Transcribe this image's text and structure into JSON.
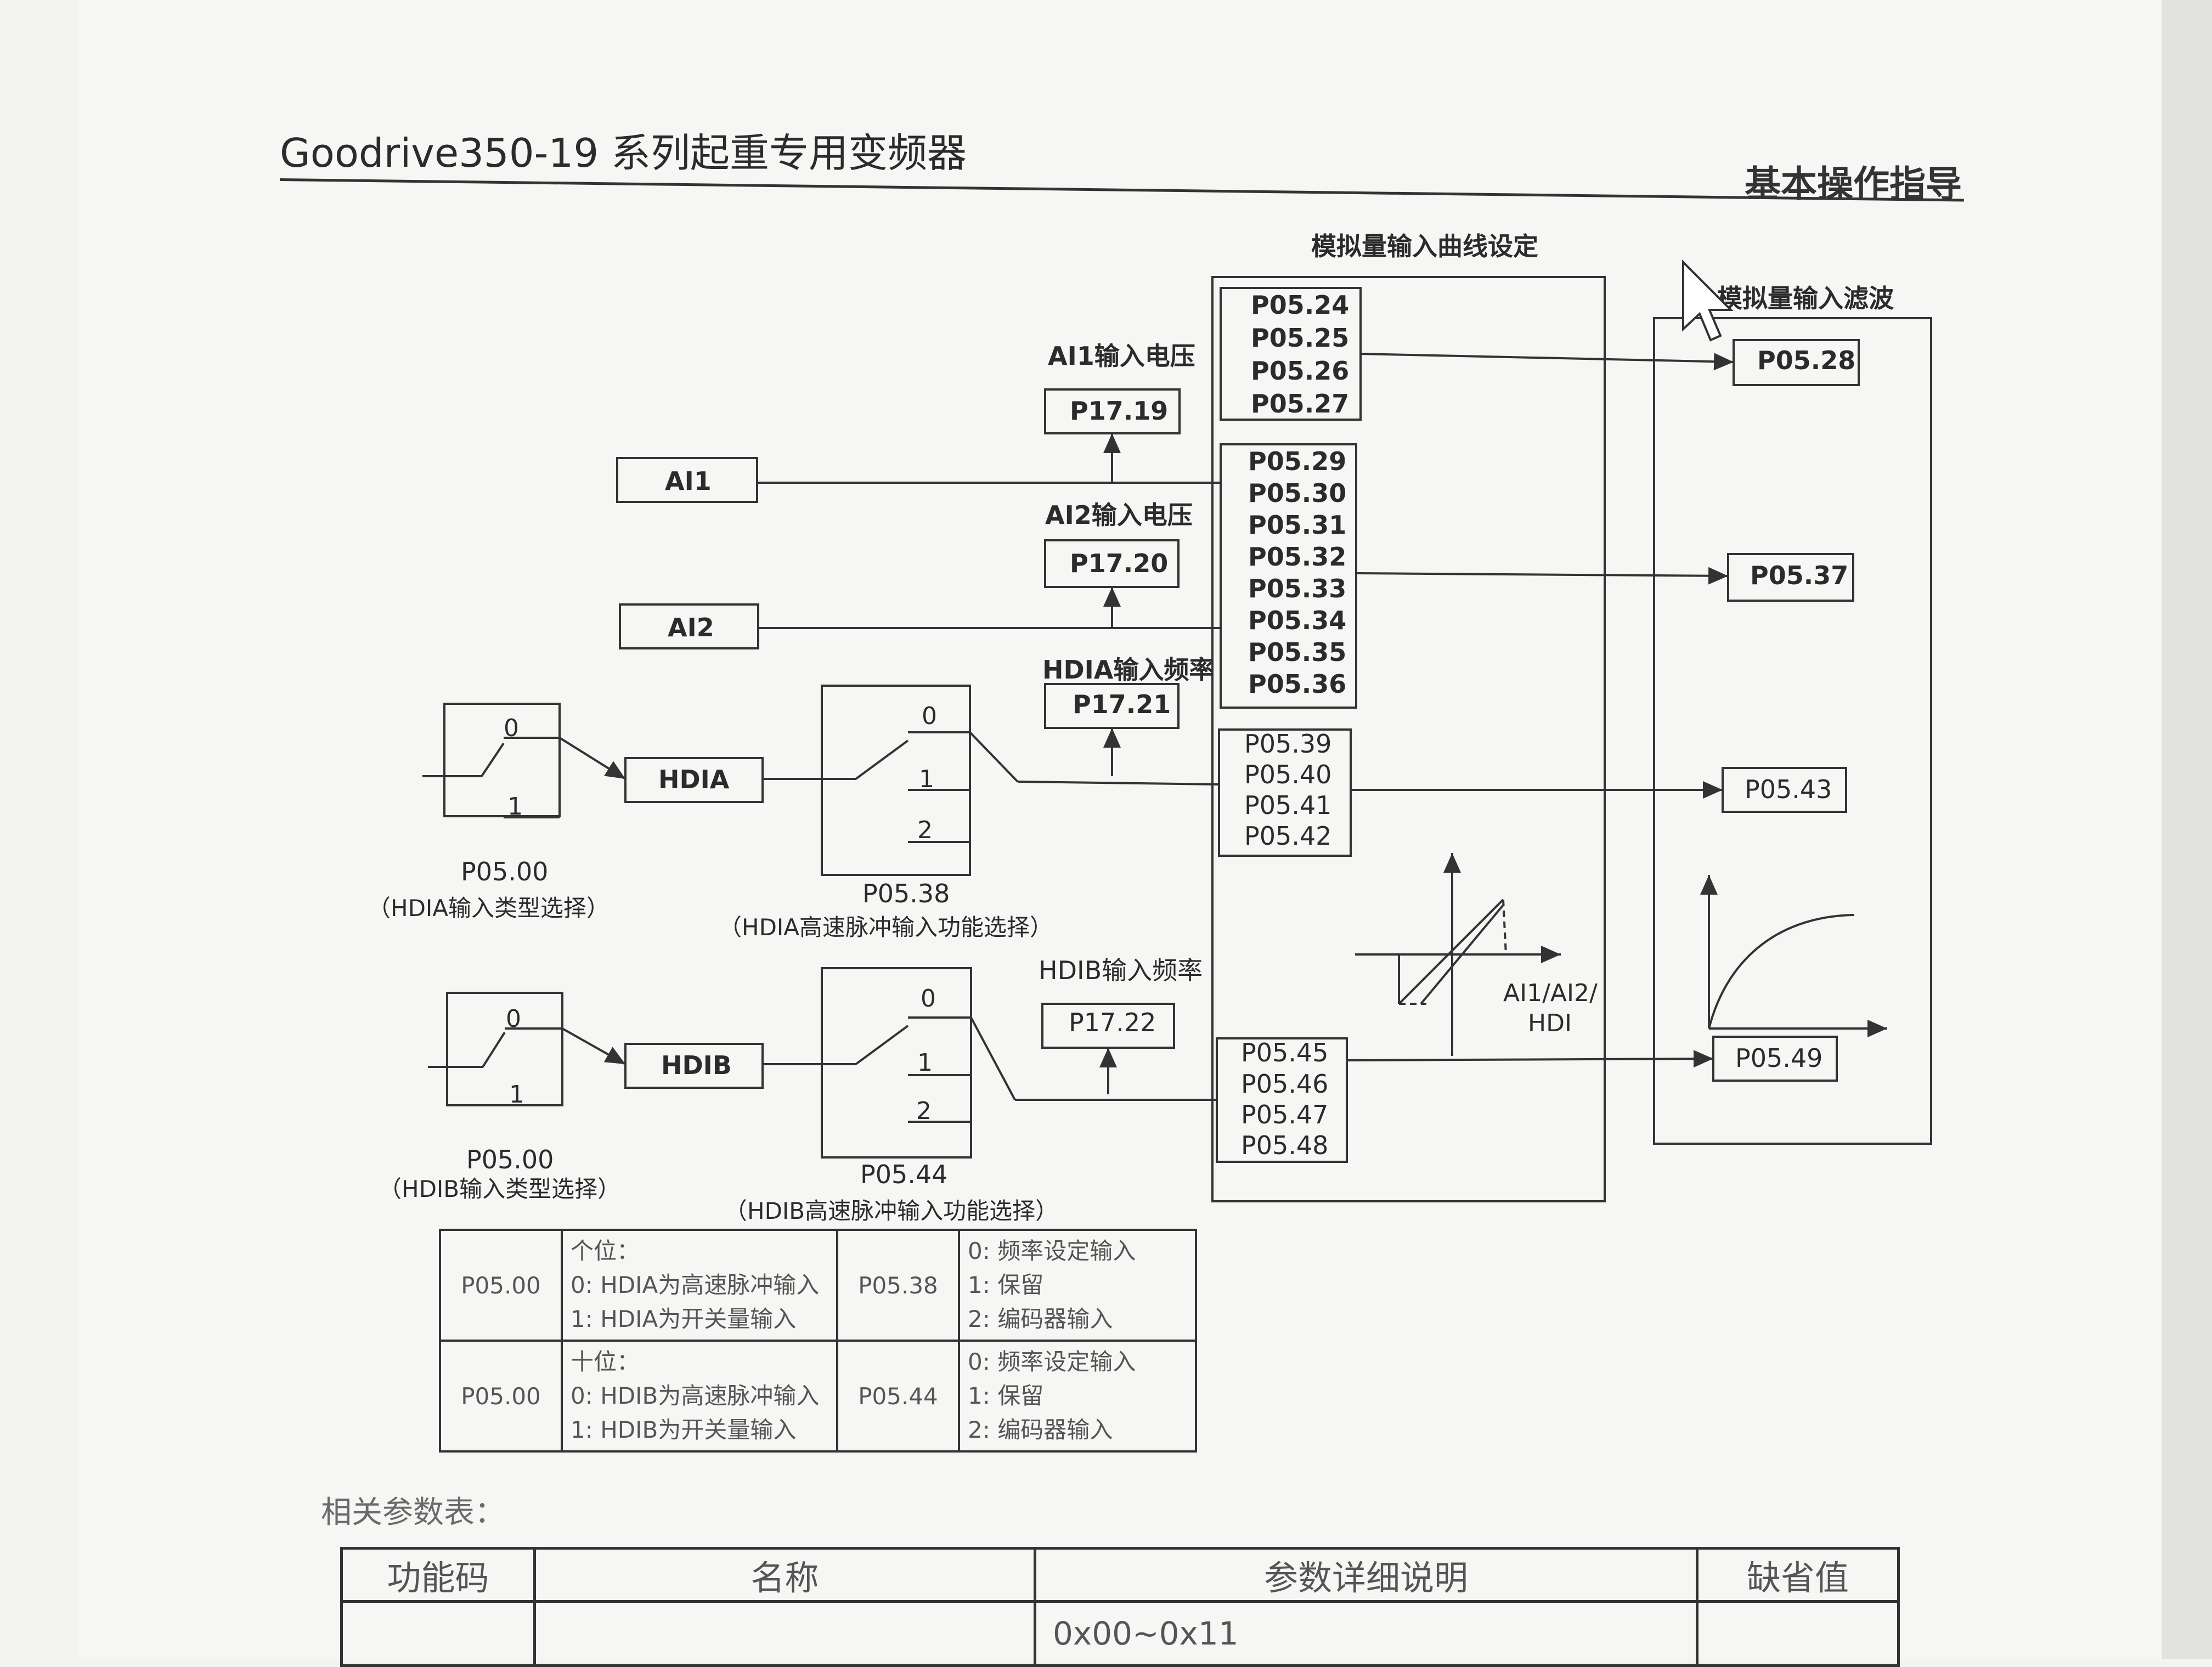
{
  "header": {
    "title": "Goodrive350-19 系列起重专用变频器",
    "section": "基本操作指导"
  },
  "sections": {
    "curve_setting": "模拟量输入曲线设定",
    "filter": "模拟量输入滤波"
  },
  "inputs": {
    "ai1": "AI1",
    "ai2": "AI2",
    "hdia": "HDIA",
    "hdib": "HDIB"
  },
  "monitors": {
    "ai1_voltage_label": "AI1输入电压",
    "ai1_voltage_code": "P17.19",
    "ai2_voltage_label": "AI2输入电压",
    "ai2_voltage_code": "P17.20",
    "hdia_freq_label": "HDIA输入频率",
    "hdia_freq_code": "P17.21",
    "hdib_freq_label": "HDIB输入频率",
    "hdib_freq_code": "P17.22"
  },
  "switches": {
    "hdia_type": {
      "code": "P05.00",
      "caption": "（HDIA输入类型选择）",
      "pos0": "0",
      "pos1": "1"
    },
    "hdib_type": {
      "code": "P05.00",
      "caption": "（HDIB输入类型选择）",
      "pos0": "0",
      "pos1": "1"
    },
    "hdia_func": {
      "code": "P05.38",
      "caption": "（HDIA高速脉冲输入功能选择）",
      "pos0": "0",
      "pos1": "1",
      "pos2": "2"
    },
    "hdib_func": {
      "code": "P05.44",
      "caption": "（HDIB高速脉冲输入功能选择）",
      "pos0": "0",
      "pos1": "1",
      "pos2": "2"
    }
  },
  "curve_groups": {
    "g1": [
      "P05.24",
      "P05.25",
      "P05.26",
      "P05.27"
    ],
    "g2": [
      "P05.29",
      "P05.30",
      "P05.31",
      "P05.32",
      "P05.33",
      "P05.34",
      "P05.35",
      "P05.36"
    ],
    "g3": [
      "P05.39",
      "P05.40",
      "P05.41",
      "P05.42"
    ],
    "g4": [
      "P05.45",
      "P05.46",
      "P05.47",
      "P05.48"
    ]
  },
  "curve_axis_label_1": "AI1/AI2/",
  "curve_axis_label_2": "HDI",
  "filters": [
    "P05.28",
    "P05.37",
    "P05.43",
    "P05.49"
  ],
  "param_table": [
    {
      "code": "P05.00",
      "desc": [
        "个位：",
        "0: HDIA为高速脉冲输入",
        "1: HDIA为开关量输入"
      ],
      "code2": "P05.38",
      "opts": [
        "0: 频率设定输入",
        "1: 保留",
        "2: 编码器输入"
      ]
    },
    {
      "code": "P05.00",
      "desc": [
        "十位：",
        "0: HDIB为高速脉冲输入",
        "1: HDIB为开关量输入"
      ],
      "code2": "P05.44",
      "opts": [
        "0: 频率设定输入",
        "1: 保留",
        "2: 编码器输入"
      ]
    }
  ],
  "related_title": "相关参数表：",
  "bottom_table": {
    "headers": [
      "功能码",
      "名称",
      "参数详细说明",
      "缺省值"
    ],
    "row1_detail": "0x00~0x11"
  }
}
